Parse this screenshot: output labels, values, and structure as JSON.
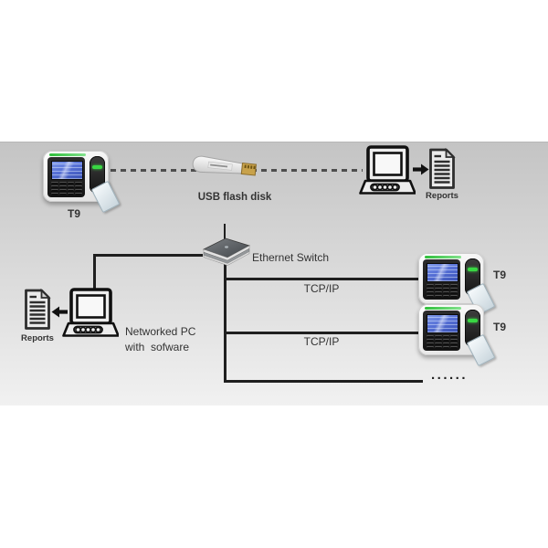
{
  "scene": {
    "background_color": "#ffffff",
    "band_top_color": "#c4c4c4",
    "band_bottom_color": "#f1f1f1"
  },
  "devices": {
    "t9_main": {
      "label": "T9"
    },
    "t9_lan_a": {
      "label": "T9"
    },
    "t9_lan_b": {
      "label": "T9"
    },
    "usb_flash": {
      "label": "USB flash disk"
    },
    "ethernet_switch": {
      "label": "Ethernet Switch"
    },
    "networked_pc": {
      "label": "Networked PC\nwith  sofware"
    },
    "reports_usb": {
      "label": "Reports"
    },
    "reports_network": {
      "label": "Reports"
    },
    "more_devices": {
      "label": "......"
    }
  },
  "connections": {
    "lan_1": {
      "label": "TCP/IP"
    },
    "lan_2": {
      "label": "TCP/IP"
    }
  },
  "colors": {
    "solid_line": "#1f1f1f",
    "dashed_line": "#4e4e4e",
    "lcd_blue": "#5670d6",
    "led_green": "#39d743",
    "usb_connector_gold": "#c8a24b",
    "label_text": "#333333"
  }
}
